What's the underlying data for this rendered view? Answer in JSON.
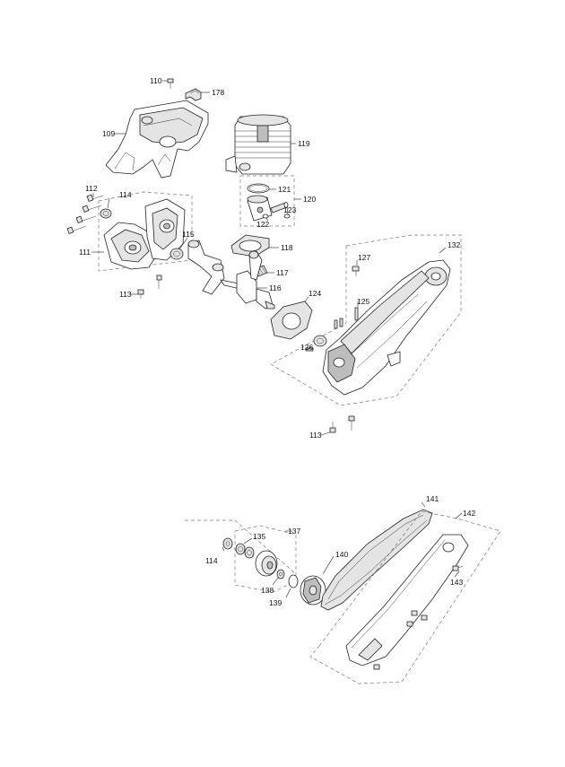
{
  "labels": {
    "l110": "110",
    "l178": "178",
    "l109": "109",
    "l119": "119",
    "l112": "112",
    "l114a": "114",
    "l121": "121",
    "l120": "120",
    "l123": "123",
    "l122": "122",
    "l115": "115",
    "l118": "118",
    "l111": "111",
    "l132": "132",
    "l127": "127",
    "l117": "117",
    "l113a": "113",
    "l116": "116",
    "l124": "124",
    "l125": "125",
    "l126": "126",
    "l113b": "113",
    "l141": "141",
    "l142": "142",
    "l137": "137",
    "l135": "135",
    "l114b": "114",
    "l140": "140",
    "l143": "143",
    "l138": "138",
    "l139": "139"
  }
}
